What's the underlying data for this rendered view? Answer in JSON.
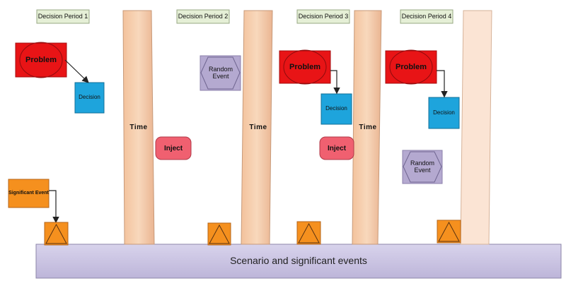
{
  "periods": [
    "Decision Period 1",
    "Decision Period 2",
    "Decision Period 3",
    "Decision Period 4"
  ],
  "problem_label": "Problem",
  "decision_label": "Decision",
  "inject_label": "Inject",
  "random_event_label": "Random Event",
  "significant_event_label": "Significant Event",
  "time_label": "Time",
  "scenario_label": "Scenario and significant events",
  "colors": {
    "period_fill": "#e5efd6",
    "problem_fill": "#e81416",
    "decision_fill": "#1ea4dc",
    "inject_fill": "#f06070",
    "random_fill": "#b4a9d0",
    "sig_fill": "#f5901e",
    "time_fill": "#f6cfad",
    "scenario_fill": "#cdc7e4"
  }
}
